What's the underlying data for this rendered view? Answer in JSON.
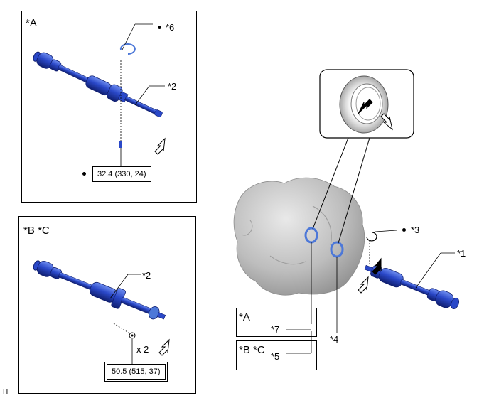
{
  "panel_a": {
    "title": "*A",
    "part_label_6": "*6",
    "part_label_2": "*2",
    "torque": "32.4 (330, 24)"
  },
  "panel_bc": {
    "title": "*B *C",
    "part_label_2": "*2",
    "bolt_qty": "x 2",
    "torque": "50.5 (515, 37)"
  },
  "main": {
    "part_label_3": "*3",
    "part_label_1": "*1",
    "part_label_4": "*4",
    "legend_a": "*A",
    "legend_a_item": "*7",
    "legend_bc": "*B *C",
    "legend_bc_item": "*5"
  },
  "footer": {
    "code": "H"
  },
  "colors": {
    "shaft_blue": "#2a48c8",
    "shaft_dark": "#101f70",
    "ring_blue": "#4d78d8",
    "housing_gray": "#bdbdbd",
    "outline": "#000000"
  }
}
